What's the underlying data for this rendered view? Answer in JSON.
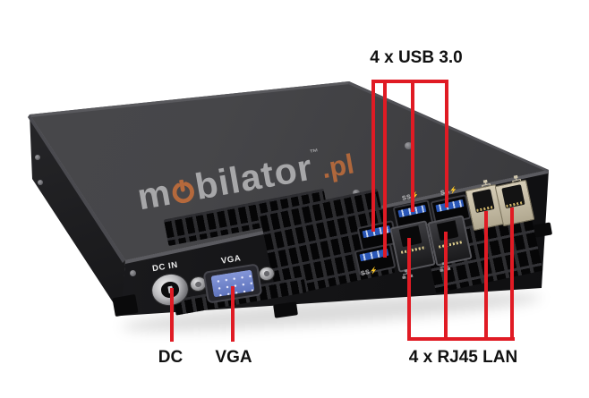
{
  "annotations": {
    "usb_label": "4 x USB 3.0",
    "lan_label": "4 x RJ45 LAN",
    "dc_label": "DC",
    "vga_label": "VGA",
    "line_color": "#e01b24"
  },
  "device": {
    "dc_in_print": "DC IN",
    "vga_print": "VGA",
    "usb3_icon_text": "SS⚡",
    "watermark": {
      "brand_prefix": "m",
      "brand_suffix": "bilator",
      "tm": "™",
      "domain_suffix": ".pl",
      "text_color": "#b0b0b2",
      "accent_color": "#b5693c"
    },
    "colors": {
      "usb_blue": "#2a57b8",
      "rj45_beige": "#c6bda6",
      "case_top": "#434346",
      "case_front": "#141416",
      "annotation_red": "#e01b24"
    }
  }
}
